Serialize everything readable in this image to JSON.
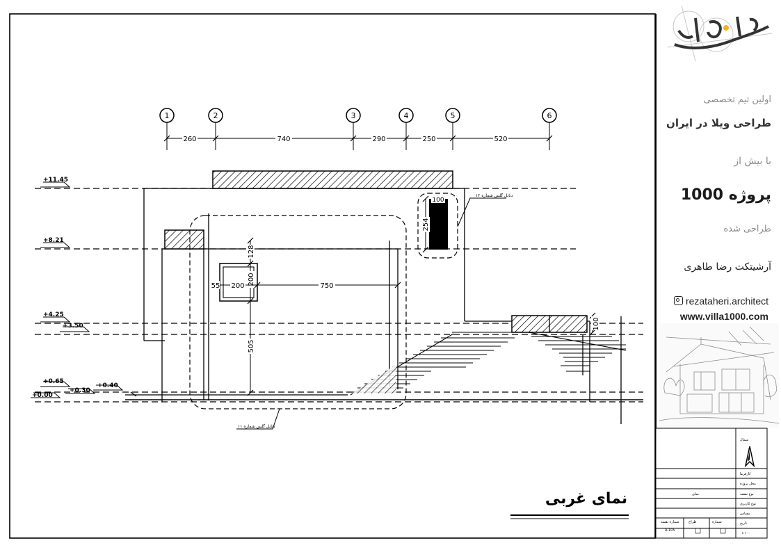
{
  "drawing": {
    "title": "نمای غربی",
    "axes": [
      {
        "label": "1"
      },
      {
        "label": "2"
      },
      {
        "label": "3"
      },
      {
        "label": "4"
      },
      {
        "label": "5"
      },
      {
        "label": "6"
      }
    ],
    "spans": [
      "260",
      "740",
      "290",
      "250",
      "520"
    ],
    "levels": [
      "+11.45",
      "+8.21",
      "+4.25",
      "+3.50",
      "+0.65",
      "+0.30",
      "+0.40",
      "+0.00"
    ],
    "dims": {
      "h128": "128",
      "h505": "505",
      "w55": "55",
      "w200": "200",
      "h200": "200",
      "w750": "750",
      "w100": "100",
      "h254": "254",
      "h100": "100"
    },
    "notes": {
      "detail11": "دتایل گلس شماره ۱۱",
      "detail12": "دتایل گلس شماره ۱۲"
    }
  },
  "sidebar": {
    "line1": "اولین تیم تخصصی",
    "line2": "طراحی ویلا در ایران",
    "line3": "با بیش از",
    "line4": "1000 پروژه",
    "line5": "طراحی شده",
    "architect": "آرشیتکت رضا طاهری",
    "instagram": "rezataheri.architect",
    "website": "www.villa1000.com"
  },
  "titleblock": {
    "north": "شمال",
    "fields": [
      "کارفرما",
      "محل پروژه",
      "نوع نقشه",
      "نوع کاربری",
      "مقیاس",
      "تاریخ"
    ],
    "type_value": "نمای",
    "footer": [
      "شماره",
      "طراح",
      "تاریخ",
      "شماره نقشه"
    ],
    "scale_value": "۱:۱۰۰",
    "sheet_value": "A-105"
  },
  "icons": {
    "instagram": "instagram-icon",
    "north": "north-arrow-icon",
    "logo": "brand-logo"
  }
}
